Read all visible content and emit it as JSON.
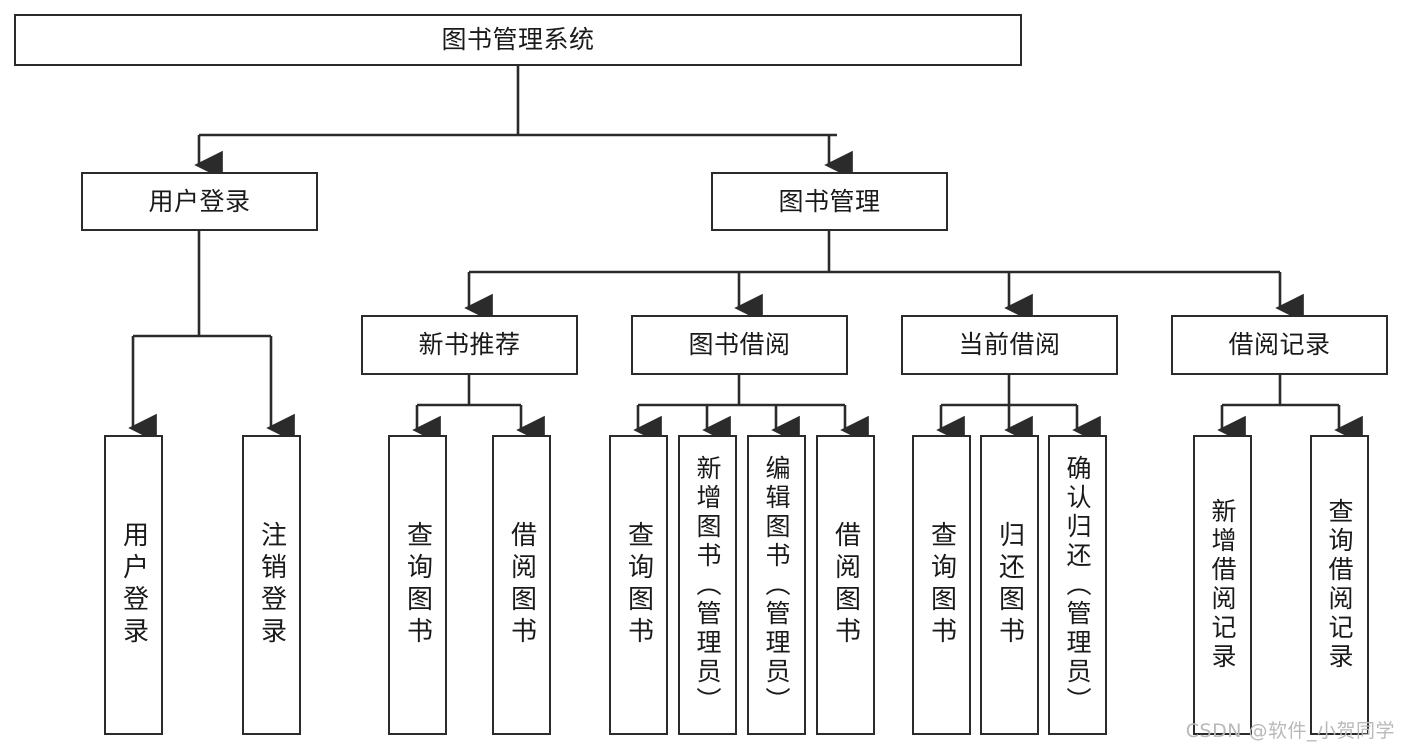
{
  "diagram": {
    "title": "图书管理系统",
    "type": "tree",
    "watermark": "CSDN @软件_小贺同学",
    "colors": {
      "background": "#ffffff",
      "box_border": "#2b2b2b",
      "box_fill": "#ffffff",
      "text": "#1a1a1a",
      "connector": "#2b2b2b",
      "watermark": "#b9b9b9"
    },
    "levels": {
      "root": {
        "label": "图书管理系统"
      },
      "level1": [
        {
          "label": "用户登录"
        },
        {
          "label": "图书管理"
        }
      ],
      "level2": [
        {
          "label": "新书推荐"
        },
        {
          "label": "图书借阅"
        },
        {
          "label": "当前借阅"
        },
        {
          "label": "借阅记录"
        }
      ],
      "leaves": {
        "user_login": [
          {
            "label": "用户登录"
          },
          {
            "label": "注销登录"
          }
        ],
        "new_book_recommend": [
          {
            "label": "查询图书"
          },
          {
            "label": "借阅图书"
          }
        ],
        "book_borrow": [
          {
            "label": "查询图书"
          },
          {
            "label": "新增图书（管理员）"
          },
          {
            "label": "编辑图书（管理员）"
          },
          {
            "label": "借阅图书"
          }
        ],
        "current_borrow": [
          {
            "label": "查询图书"
          },
          {
            "label": "归还图书"
          },
          {
            "label": "确认归还（管理员）"
          }
        ],
        "borrow_record": [
          {
            "label": "新增借阅记录"
          },
          {
            "label": "查询借阅记录"
          }
        ]
      }
    }
  }
}
